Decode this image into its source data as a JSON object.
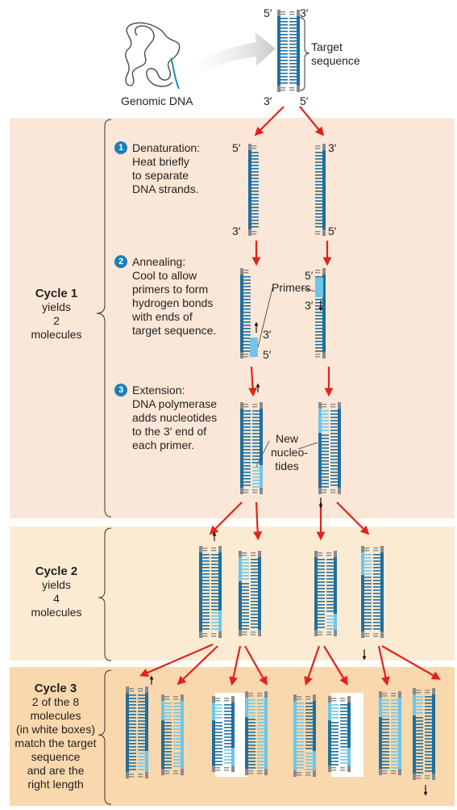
{
  "labels": {
    "genomic_dna": "Genomic DNA",
    "target_sequence": [
      "Target",
      "sequence"
    ],
    "five_prime": "5′",
    "three_prime": "3′",
    "primers": "Primers",
    "new_nucleotides": [
      "New",
      "nucleo-",
      "tides"
    ]
  },
  "steps": [
    {
      "number": "1",
      "title": "Denaturation:",
      "lines": [
        "Heat briefly",
        "to separate",
        "DNA strands."
      ]
    },
    {
      "number": "2",
      "title": "Annealing:",
      "lines": [
        "Cool to allow",
        "primers to form",
        "hydrogen bonds",
        "with ends of",
        "target sequence."
      ]
    },
    {
      "number": "3",
      "title": "Extension:",
      "lines": [
        "DNA polymerase",
        "adds nucleotides",
        "to the 3′ end of",
        "each primer."
      ]
    }
  ],
  "cycles": [
    {
      "title": "Cycle 1",
      "lines": [
        "yields",
        "2",
        "molecules"
      ]
    },
    {
      "title": "Cycle 2",
      "lines": [
        "yields",
        "4",
        "molecules"
      ]
    },
    {
      "title": "Cycle 3",
      "lines": [
        "2 of the 8",
        "molecules",
        "(in white boxes)",
        "match the target",
        "sequence",
        "and are the",
        "right length"
      ]
    }
  ],
  "colors": {
    "strand_dark": "#1f6f9e",
    "strand_light": "#6ec6ea",
    "end_gray": "#8a8a8a",
    "arrow_red": "#e2231a",
    "panel_1": "#fbe7d7",
    "panel_2": "#fcebd3",
    "panel_3": "#f9d8ad",
    "badge": "#1b7fb8"
  }
}
